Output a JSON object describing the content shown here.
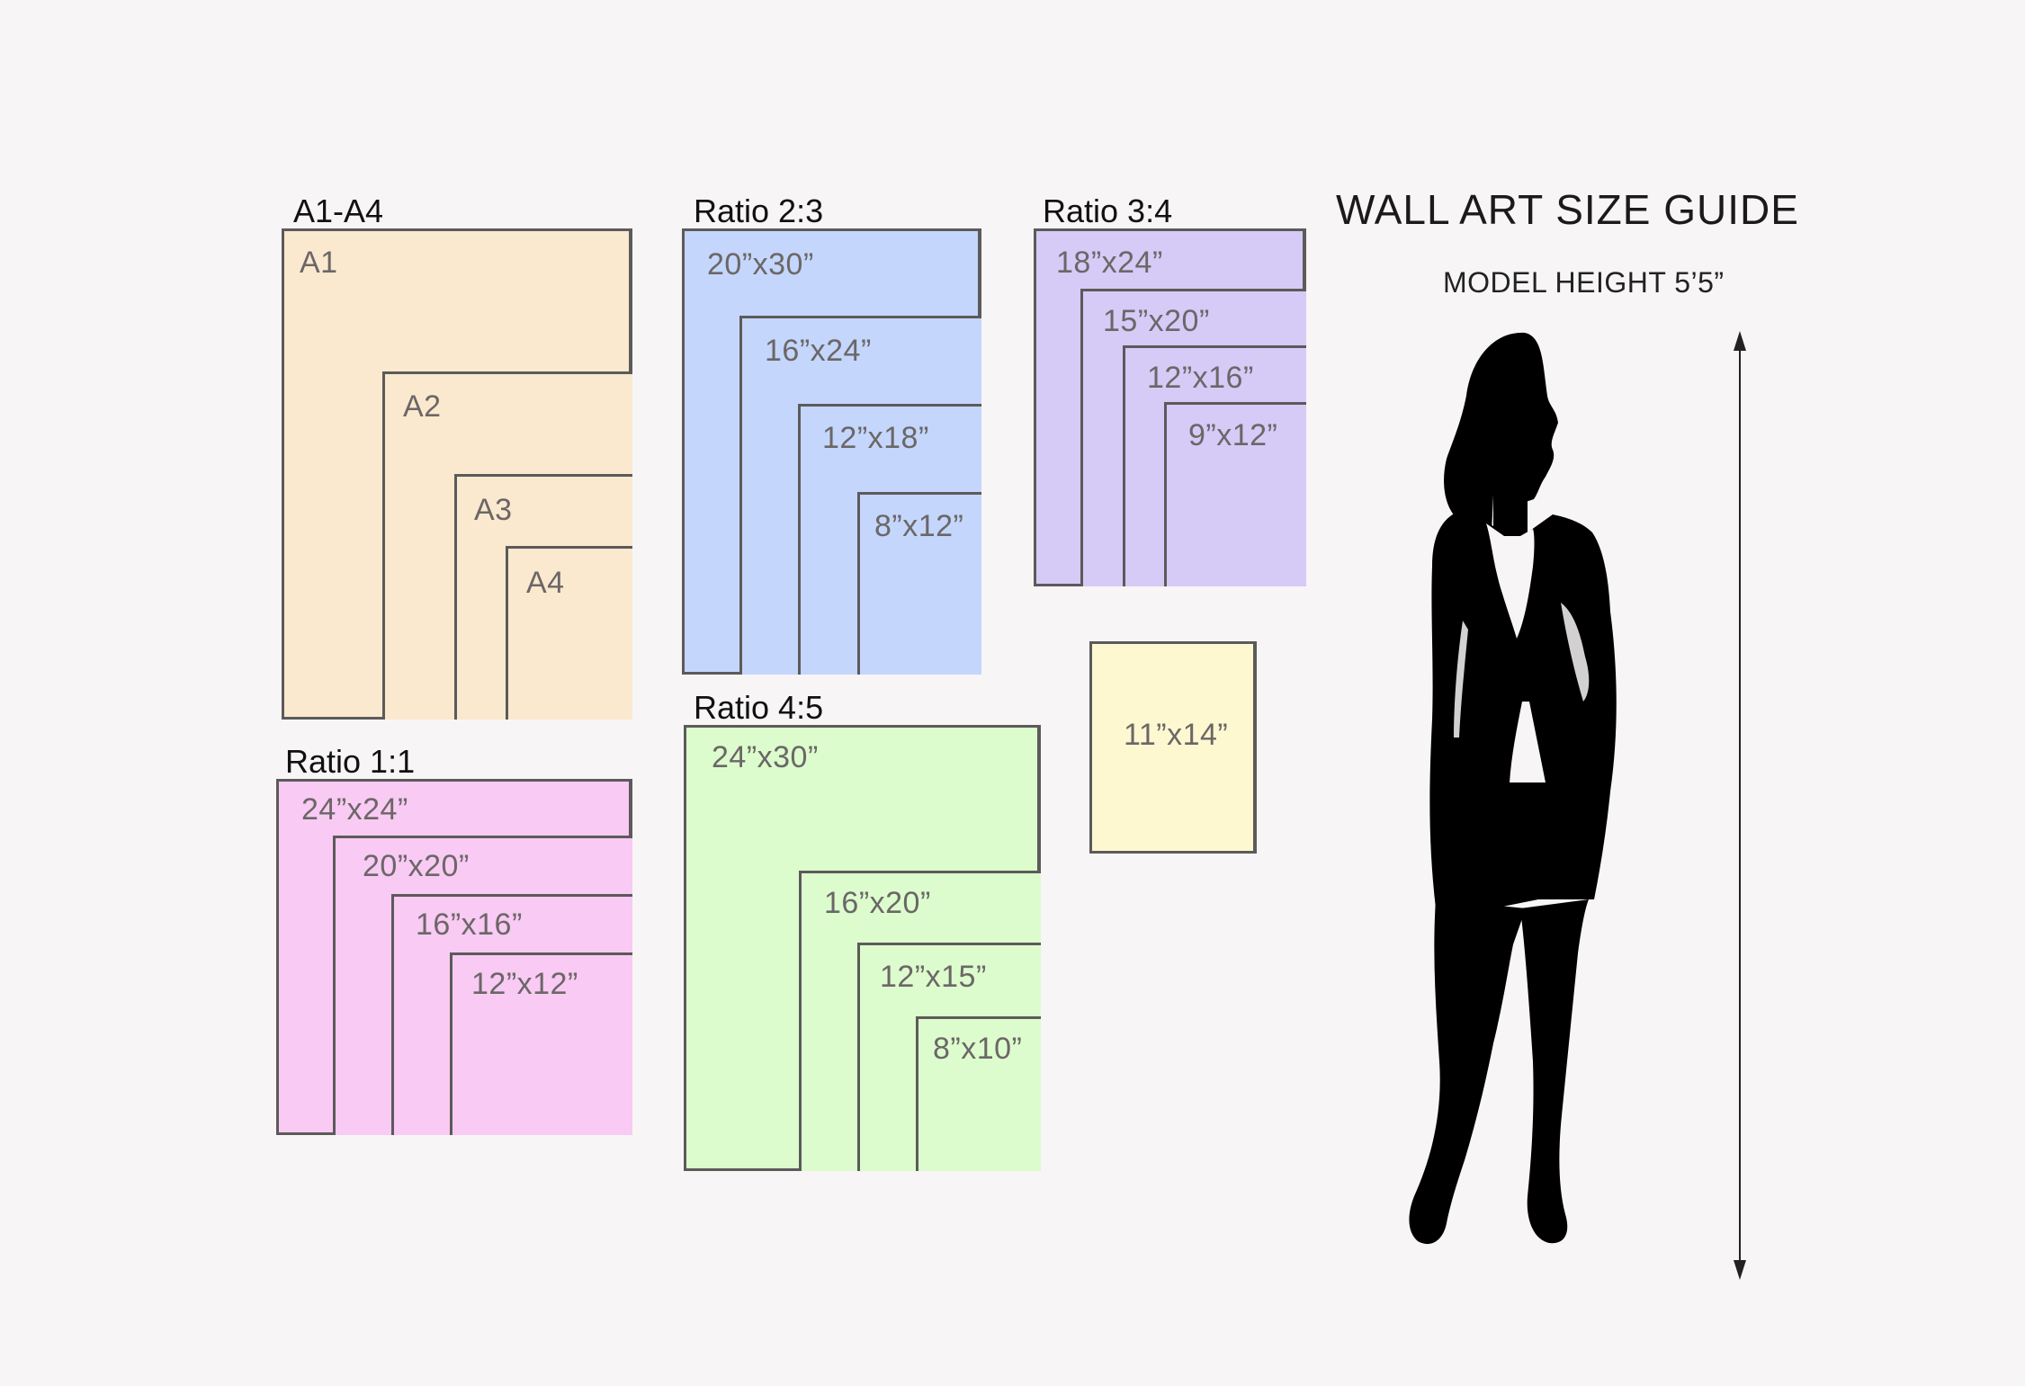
{
  "title": "WALL ART SIZE GUIDE",
  "model_height": "MODEL HEIGHT 5’5”",
  "colors": {
    "a_series": "#fbe9cf",
    "ratio_2_3": "#c4d6fb",
    "ratio_3_4": "#d6caf7",
    "ratio_1_1": "#f9caf3",
    "ratio_4_5": "#ddfccd",
    "single": "#fdf8d0",
    "border": "#5c5a5a",
    "silhouette": "#000000"
  },
  "groups": {
    "a_series": {
      "title": "A1-A4",
      "sizes": [
        "A1",
        "A2",
        "A3",
        "A4"
      ]
    },
    "ratio_2_3": {
      "title": "Ratio 2:3",
      "sizes": [
        "20”x30”",
        "16”x24”",
        "12”x18”",
        "8”x12”"
      ]
    },
    "ratio_3_4": {
      "title": "Ratio 3:4",
      "sizes": [
        "18”x24”",
        "15”x20”",
        "12”x16”",
        "9”x12”"
      ]
    },
    "ratio_1_1": {
      "title": "Ratio 1:1",
      "sizes": [
        "24”x24”",
        "20”x20”",
        "16”x16”",
        "12”x12”"
      ]
    },
    "ratio_4_5": {
      "title": "Ratio 4:5",
      "sizes": [
        "24”x30”",
        "16”x20”",
        "12”x15”",
        "8”x10”"
      ]
    },
    "single": {
      "sizes": [
        "11”x14”"
      ]
    }
  }
}
